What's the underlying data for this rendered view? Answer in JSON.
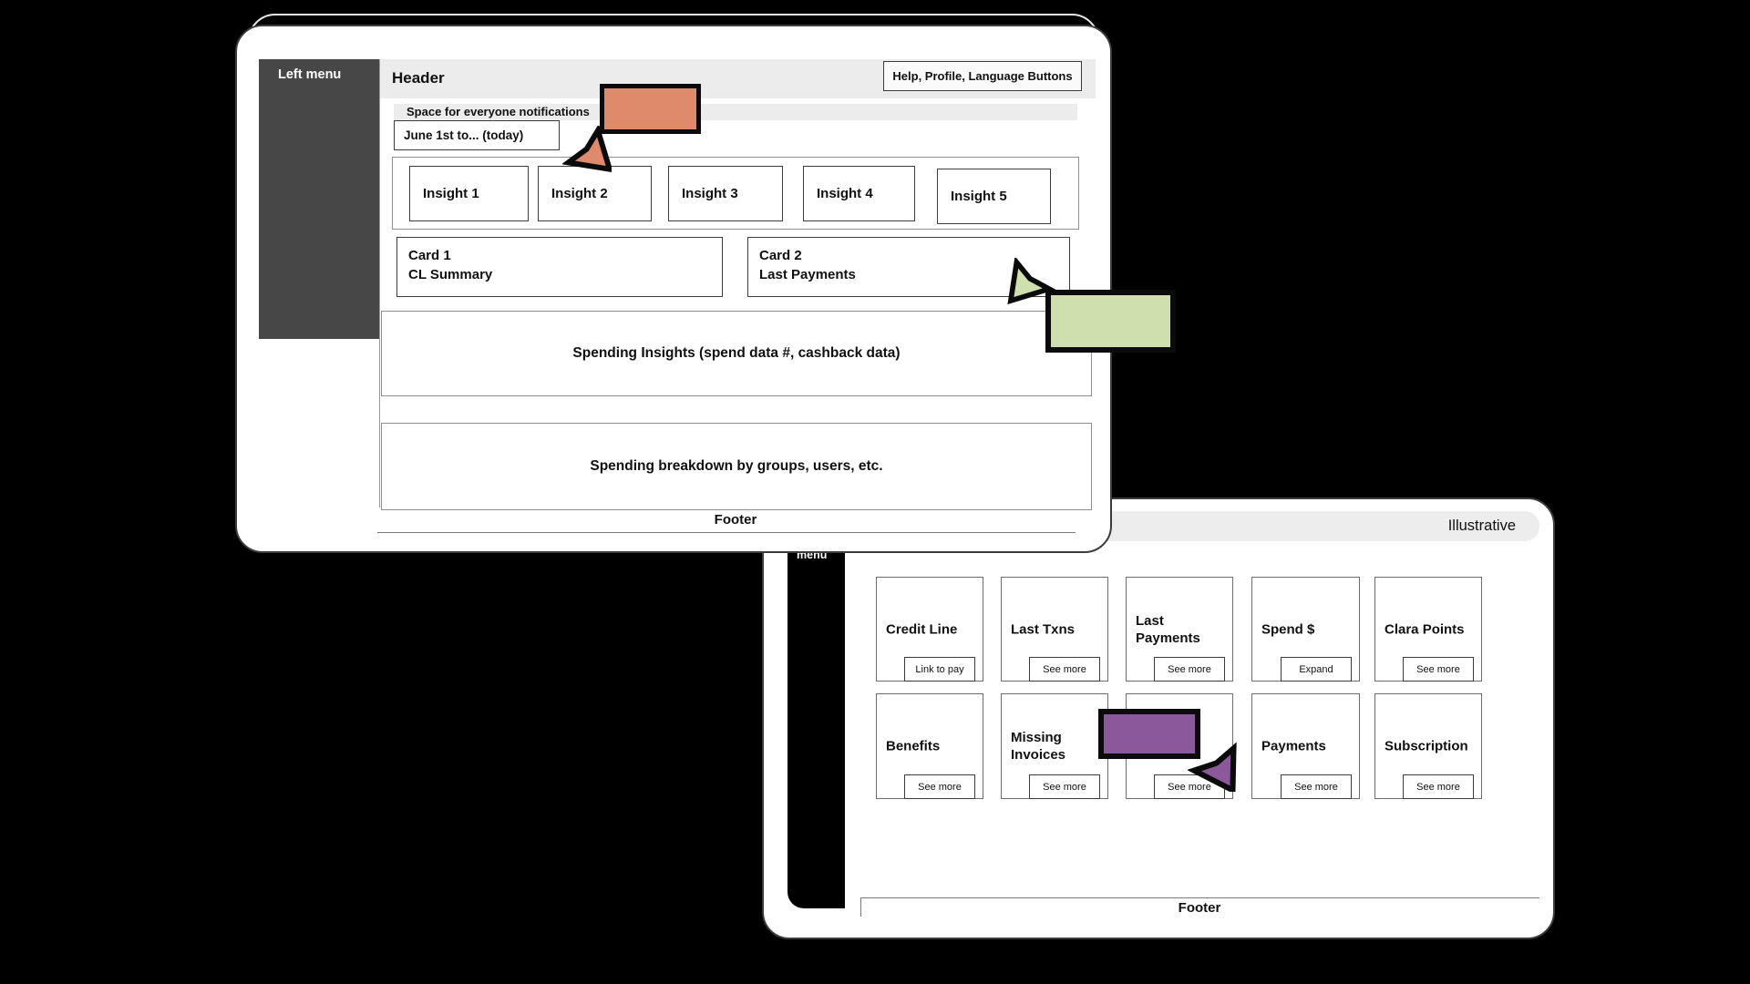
{
  "window1": {
    "sidebar_label": "Left menu",
    "header": {
      "title": "Header",
      "actions_button": "Help, Profile, Language Buttons"
    },
    "notification_banner": "Space for everyone notifications",
    "date_range": "June 1st to... (today)",
    "insights": [
      "Insight 1",
      "Insight 2",
      "Insight 3",
      "Insight 4",
      "Insight 5"
    ],
    "cards": [
      {
        "title": "Card 1",
        "subtitle": "CL Summary"
      },
      {
        "title": "Card 2",
        "subtitle": "Last Payments"
      }
    ],
    "spending_insights_panel": "Spending Insights (spend data #, cashback data)",
    "spending_breakdown_panel": "Spending breakdown by groups, users, etc.",
    "footer": "Footer"
  },
  "window2": {
    "badge": "Illustrative",
    "sidebar_label": "menu",
    "tiles_row1": [
      {
        "label": "Credit Line",
        "action": "Link to pay"
      },
      {
        "label": "Last Txns",
        "action": "See more"
      },
      {
        "label": "Last Payments",
        "action": "See more"
      },
      {
        "label": "Spend $",
        "action": "Expand"
      },
      {
        "label": "Clara Points",
        "action": "See more"
      }
    ],
    "tiles_row2": [
      {
        "label": "Benefits",
        "action": "See more"
      },
      {
        "label": "Missing Invoices",
        "action": "See more"
      },
      {
        "label": "",
        "action": "See more"
      },
      {
        "label": "Payments",
        "action": "See more"
      },
      {
        "label": "Subscription",
        "action": "See more"
      }
    ],
    "footer": "Footer"
  },
  "annotations": {
    "colors": {
      "salmon": "#DF8A6B",
      "green": "#CFE0AE",
      "purple": "#8A589B",
      "outline": "#0B0B0B"
    },
    "shapes": [
      "salmon-rectangle",
      "salmon-cursor",
      "green-rectangle",
      "green-cursor",
      "purple-rectangle",
      "purple-cursor"
    ]
  }
}
